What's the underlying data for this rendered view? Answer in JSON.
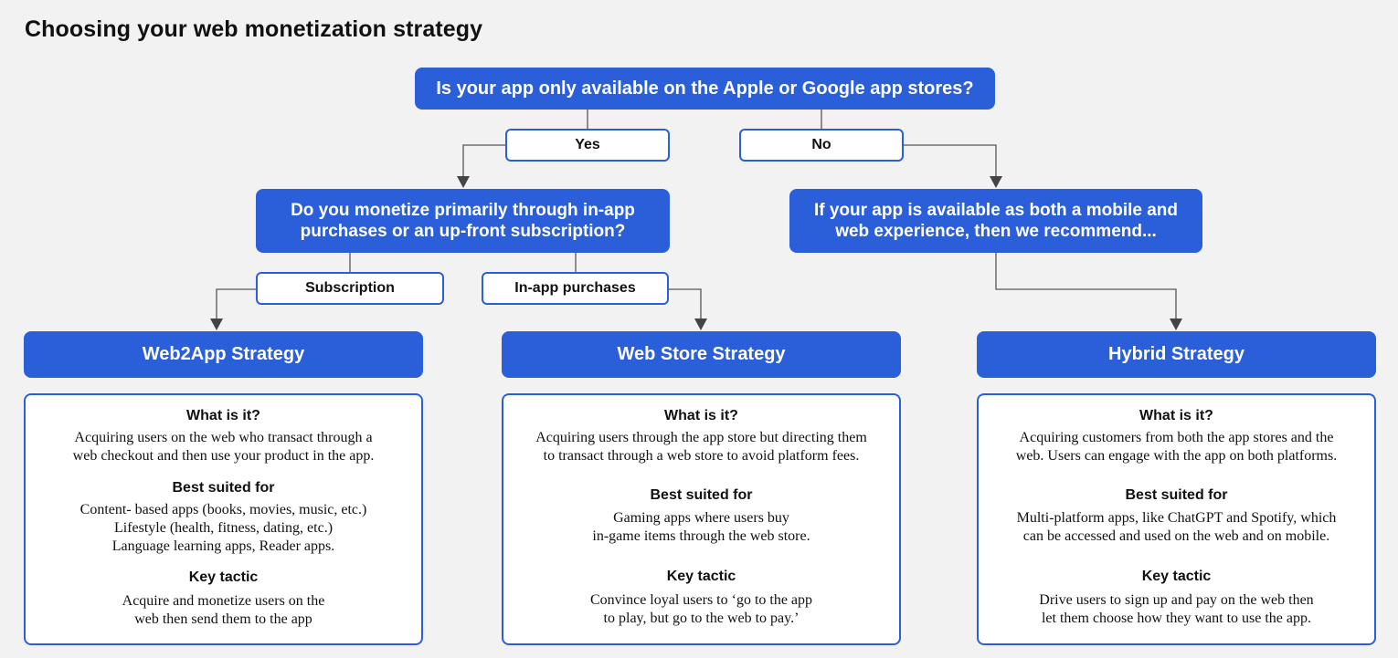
{
  "title": "Choosing your web monetization strategy",
  "q1": "Is your app only available on the Apple or Google app stores?",
  "yes": "Yes",
  "no": "No",
  "q2": "Do you monetize primarily through in-app purchases or an up-front subscription?",
  "q3": "If your app is available as both a mobile and web experience, then we recommend...",
  "subscription": "Subscription",
  "in_app": "In-app purchases",
  "colors": {
    "accent": "#2a5fd9",
    "background": "#f2f2f2"
  },
  "strategies": [
    {
      "name": "Web2App Strategy",
      "what_heading": "What is it?",
      "what": "Acquiring users on the web who transact through a\nweb checkout and then use your product in the app.",
      "best_heading": "Best suited for",
      "best": "Content- based apps (books, movies, music, etc.)\nLifestyle (health, fitness, dating, etc.)\nLanguage learning apps, Reader apps.",
      "tactic_heading": "Key tactic",
      "tactic": "Acquire and monetize users on the\nweb then send them to the app"
    },
    {
      "name": "Web Store Strategy",
      "what_heading": "What is it?",
      "what": "Acquiring users through the app store but directing them\nto transact through a web store to avoid platform fees.",
      "best_heading": "Best suited for",
      "best": "Gaming apps where users buy\nin-game items through the web store.",
      "tactic_heading": "Key tactic",
      "tactic": "Convince loyal users to ‘go to the app\nto play, but go to the web to pay.’"
    },
    {
      "name": "Hybrid Strategy",
      "what_heading": "What is it?",
      "what": "Acquiring customers from both the app stores and the\nweb. Users can engage with the app on both platforms.",
      "best_heading": "Best suited for",
      "best": "Multi-platform apps, like ChatGPT and Spotify, which\ncan be accessed and used on the web and on mobile.",
      "tactic_heading": "Key tactic",
      "tactic": "Drive users to sign up and pay on the web then\nlet them choose how they want to use the app."
    }
  ]
}
